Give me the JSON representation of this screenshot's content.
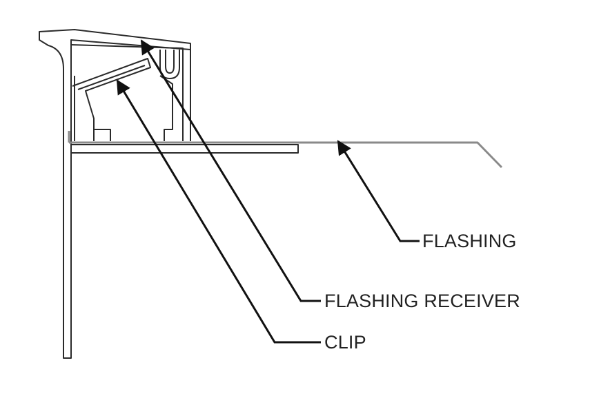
{
  "labels": {
    "flashing": "FLASHING",
    "flashing_receiver": "FLASHING RECEIVER",
    "clip": "CLIP"
  },
  "colors": {
    "outline": "#2a2a2a",
    "flashing_gray": "#8a8a8a",
    "leader": "#111111",
    "background": "#ffffff"
  }
}
